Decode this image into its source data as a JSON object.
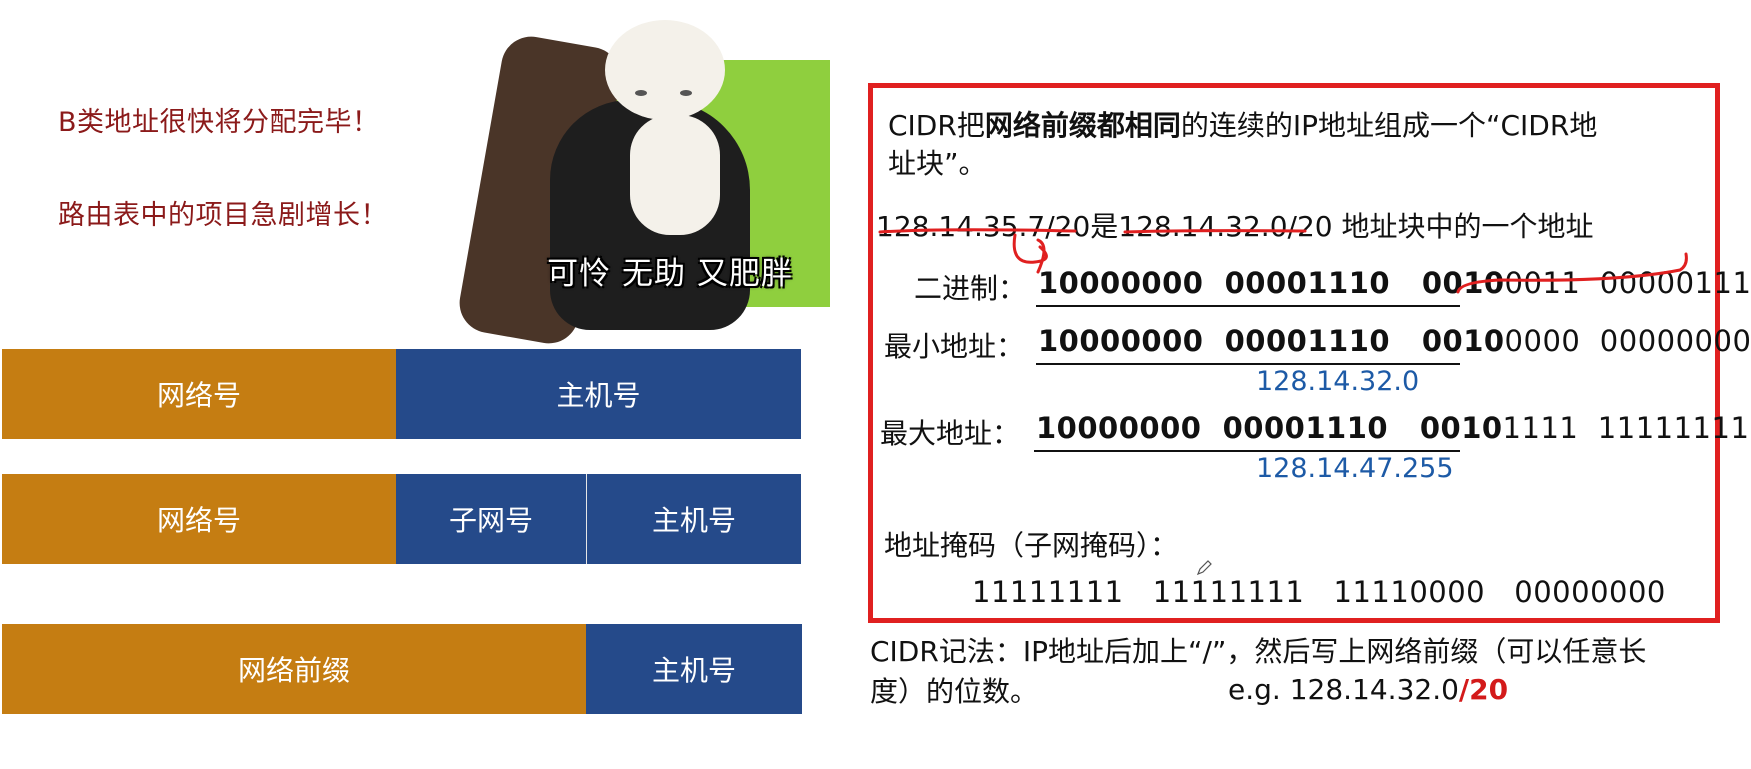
{
  "left_notes": [
    "B类地址很快将分配完毕！",
    "路由表中的项目急剧增长！"
  ],
  "meme": {
    "caption": "可怜 无助 又肥胖"
  },
  "bars": {
    "row1": {
      "network": "网络号",
      "host": "主机号"
    },
    "row2": {
      "network": "网络号",
      "subnet": "子网号",
      "host": "主机号"
    },
    "row3": {
      "prefix": "网络前缀",
      "host": "主机号"
    }
  },
  "cidr_box": {
    "intro_pre": "CIDR把",
    "intro_bold": "网络前缀都相同",
    "intro_post_line1": "的连续的IP地址组成一个“CIDR地",
    "intro_line2": "址块”。",
    "example_addr": "128.14.35.7/20",
    "example_is": "是",
    "example_block": "128.14.32.0/20",
    "example_tail": " 地址块中的一个地址",
    "binary_label": "二进制：",
    "binary_prefix": "10000000  00001110   0010",
    "binary_rest": "0011  00000111",
    "min_label": "最小地址：",
    "min_prefix": "10000000  00001110   0010",
    "min_rest": "0000  00000000",
    "min_dotted": "128.14.32.0",
    "max_label": "最大地址：",
    "max_prefix": "10000000  00001110   0010",
    "max_rest": "1111  11111111",
    "max_dotted": "128.14.47.255",
    "mask_label": "地址掩码（子网掩码）：",
    "mask_bits": "11111111   11111111   11110000   00000000"
  },
  "notation": {
    "line1": "CIDR记法：IP地址后加上“/”，然后写上网络前缀（可以任意长",
    "line2": "度）的位数。",
    "example_prefix": "e.g. 128.14.32.0",
    "example_suffix": "/20"
  },
  "colors": {
    "note_red": "#8b1a1a",
    "bar_gold": "#c57d12",
    "bar_blue": "#254a8a",
    "box_border": "#e02020",
    "addr_blue": "#1d5aa6"
  }
}
